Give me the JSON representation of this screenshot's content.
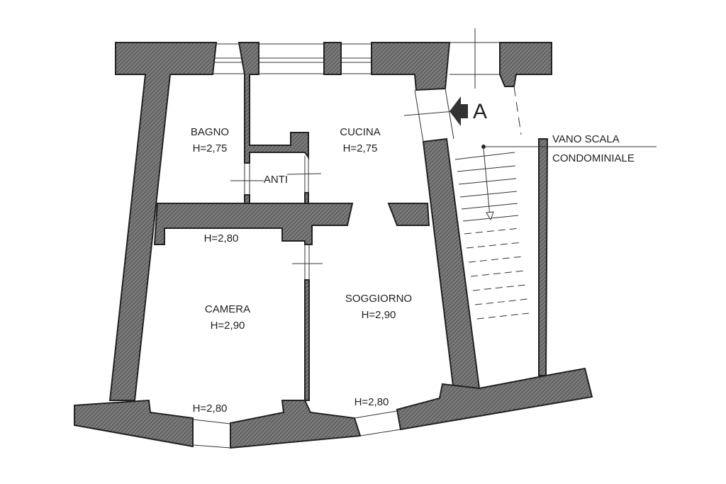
{
  "plan": {
    "rooms": {
      "bagno": {
        "name": "BAGNO",
        "height": "H=2,75"
      },
      "cucina": {
        "name": "CUCINA",
        "height": "H=2,75"
      },
      "anti": {
        "name": "ANTI"
      },
      "camera": {
        "name": "CAMERA",
        "height": "H=2,90"
      },
      "soggiorno": {
        "name": "SOGGIORNO",
        "height": "H=2,90"
      }
    },
    "heights": {
      "camera_top": "H=2,80",
      "camera_bottom": "H=2,80",
      "soggiorno_bottom": "H=2,80"
    },
    "entrance_marker": "A",
    "stair_label": [
      "VANO SCALA",
      "CONDOMINIALE"
    ]
  },
  "colors": {
    "wall": "#6b6b6b",
    "line": "#222222"
  }
}
